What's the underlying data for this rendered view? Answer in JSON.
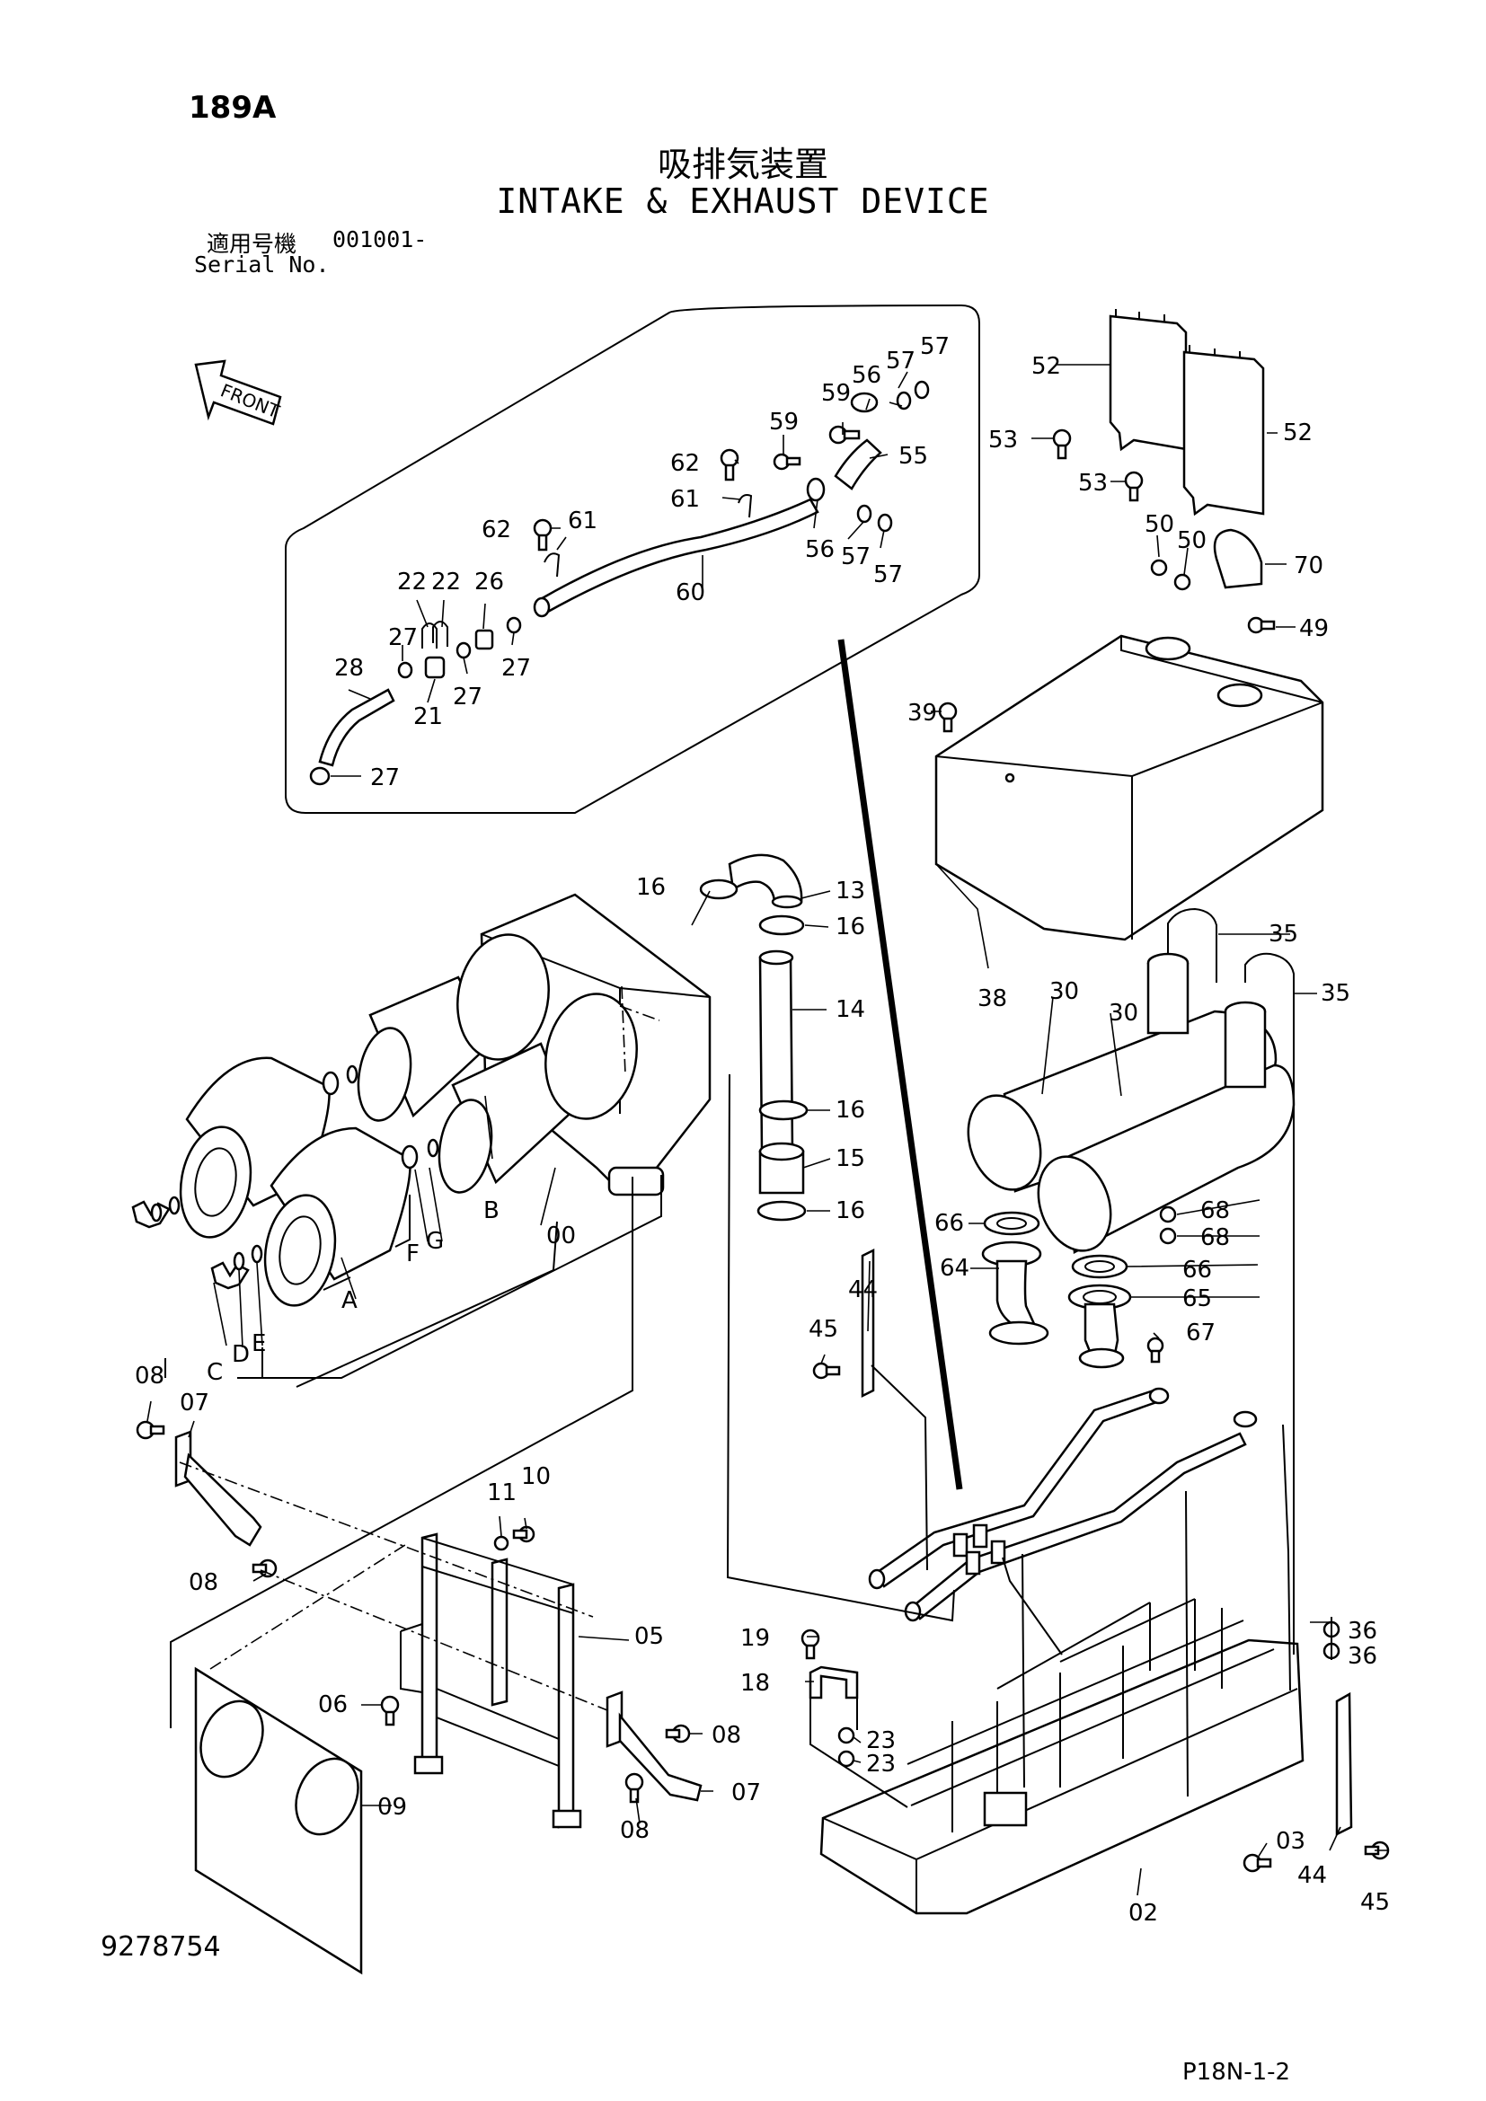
{
  "header": {
    "page_number": "189A",
    "title_jp": "吸排気装置",
    "title_en": "INTAKE & EXHAUST DEVICE",
    "serial_label_jp": "適用号機",
    "serial_value": "001001-",
    "serial_label_en": "Serial No."
  },
  "footer": {
    "document_number": "9278754",
    "page_reference": "P18N-1-2"
  },
  "diagram": {
    "front_arrow_text": "FRONT",
    "part_labels": {
      "p52a": "52",
      "p52b": "52",
      "p53a": "53",
      "p53b": "53",
      "p50a": "50",
      "p50b": "50",
      "p70": "70",
      "p49": "49",
      "p39": "39",
      "p38": "38",
      "p35a": "35",
      "p35b": "35",
      "p30a": "30",
      "p30b": "30",
      "p66a": "66",
      "p66b": "66",
      "p68a": "68",
      "p68b": "68",
      "p64": "64",
      "p65": "65",
      "p67": "67",
      "p56a": "56",
      "p57a": "57",
      "p57b": "57",
      "p59a": "59",
      "p55": "55",
      "p59b": "59",
      "p62a": "62",
      "p61a": "61",
      "p62b": "62",
      "p61b": "61",
      "p56b": "56",
      "p57c": "57",
      "p57d": "57",
      "p60": "60",
      "p22a": "22",
      "p22b": "22",
      "p26": "26",
      "p27a": "27",
      "p27b": "27",
      "p27c": "27",
      "p27d": "27",
      "p28": "28",
      "p21": "21",
      "p16a": "16",
      "p13": "13",
      "p16b": "16",
      "p14": "14",
      "p16c": "16",
      "p15": "15",
      "p16d": "16",
      "pB": "B",
      "pG": "G",
      "pF": "F",
      "pA": "A",
      "p00": "00",
      "pC": "C",
      "pD": "D",
      "pE": "E",
      "p08a": "08",
      "p07a": "07",
      "p08b": "08",
      "p11": "11",
      "p10": "10",
      "p05": "05",
      "p06": "06",
      "p08c": "08",
      "p07b": "07",
      "p08d": "08",
      "p09": "09",
      "p44a": "44",
      "p45a": "45",
      "p19": "19",
      "p18": "18",
      "p23a": "23",
      "p23b": "23",
      "p36a": "36",
      "p36b": "36",
      "p03": "03",
      "p02": "02",
      "p44b": "44",
      "p45b": "45"
    }
  }
}
